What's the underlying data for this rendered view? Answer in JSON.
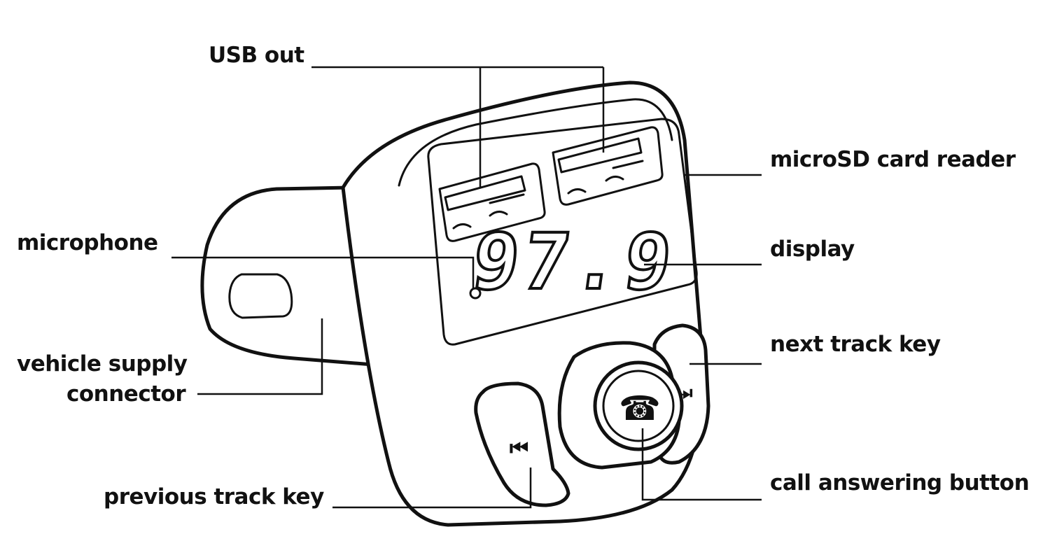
{
  "labels": {
    "usb_out": "USB out",
    "microsd": "microSD card reader",
    "microphone": "microphone",
    "display": "display",
    "next_track": "next track key",
    "vehicle_supply_line1": "vehicle supply",
    "vehicle_supply_line2": "connector",
    "call_answer": "call answering button",
    "previous_track": "previous track key"
  },
  "device": {
    "display_reading": "97.9",
    "prev_icon": "previous-track-icon",
    "next_icon": "next-track-icon",
    "call_icon": "phone-handset-icon"
  },
  "colors": {
    "ink": "#111111",
    "background": "#ffffff"
  }
}
